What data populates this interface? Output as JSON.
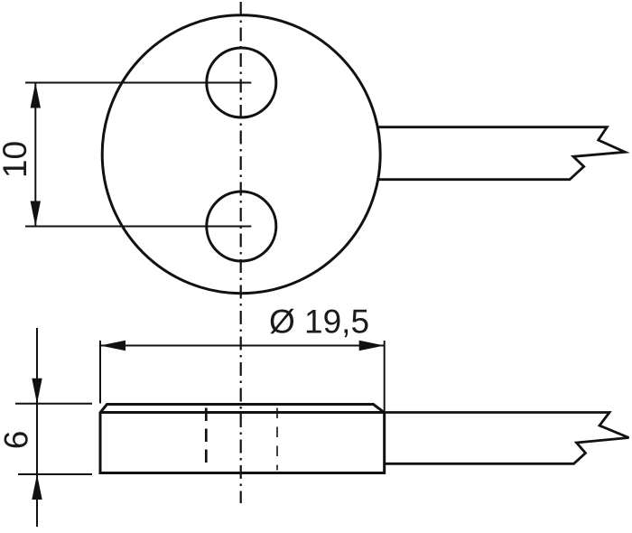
{
  "drawing": {
    "colors": {
      "background": "#ffffff",
      "line": "#111111",
      "text": "#1a1a1a"
    },
    "dimensions": {
      "hole_spacing": "10",
      "outer_diameter": "Ø 19,5",
      "thickness": "6"
    }
  }
}
